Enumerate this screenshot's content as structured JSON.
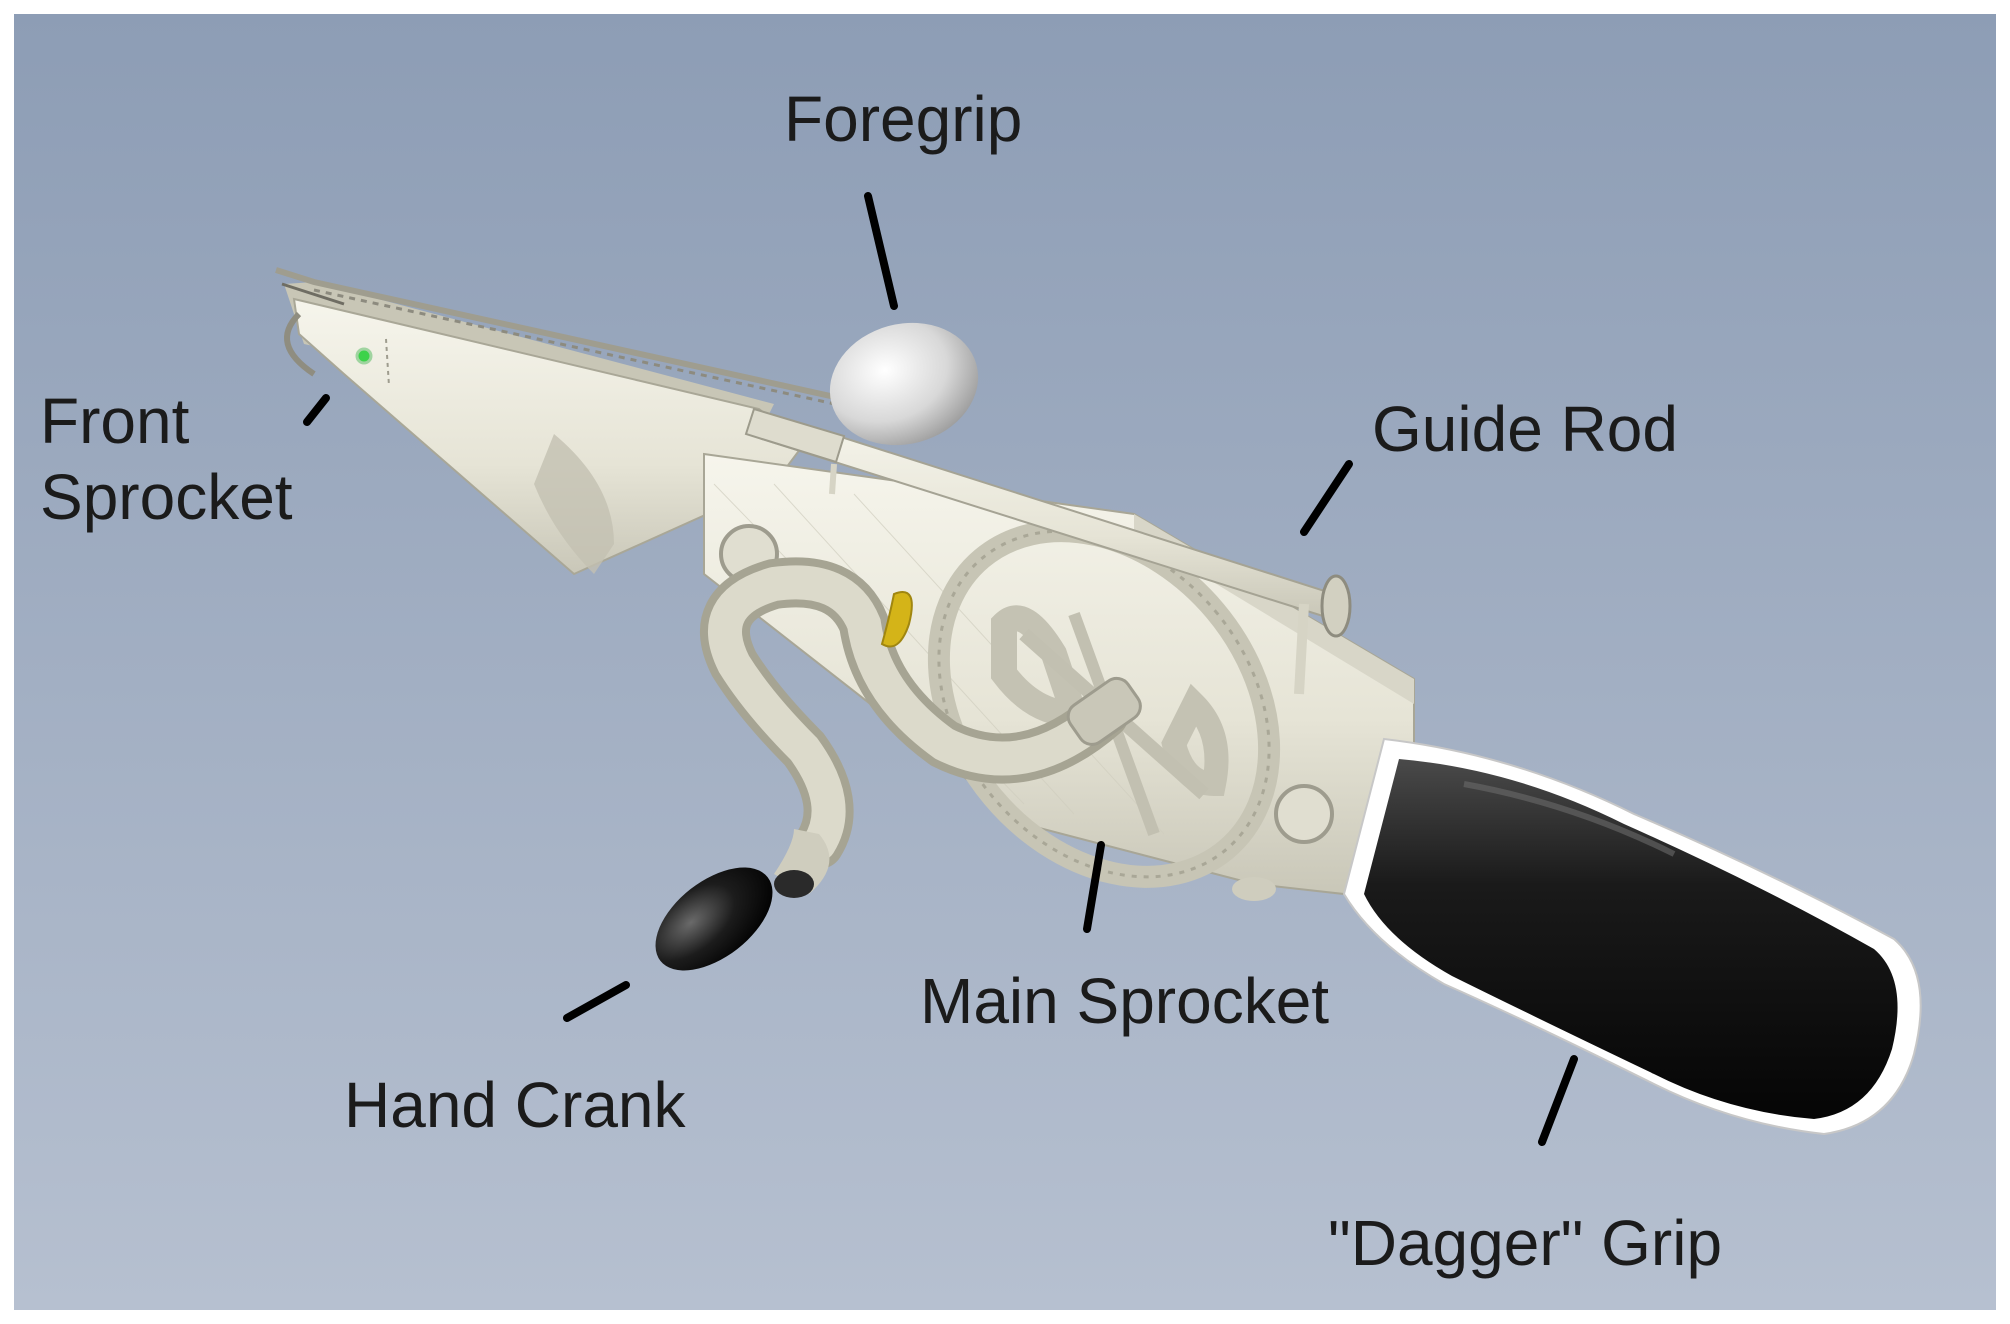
{
  "labels": {
    "foregrip": "Foregrip",
    "front_sprocket_line1": "Front",
    "front_sprocket_line2": "Sprocket",
    "guide_rod": "Guide Rod",
    "hand_crank": "Hand Crank",
    "main_sprocket": "Main Sprocket",
    "dagger_grip": "\"Dagger\" Grip"
  },
  "colors": {
    "background_top": "#8d9db5",
    "background_bottom": "#b6c0d0",
    "metal_light": "#eceadd",
    "metal_shadow": "#b9b7a8",
    "grip_black": "#151515",
    "trigger_gold": "#d4b418",
    "indicator_green": "#3dd24a"
  }
}
